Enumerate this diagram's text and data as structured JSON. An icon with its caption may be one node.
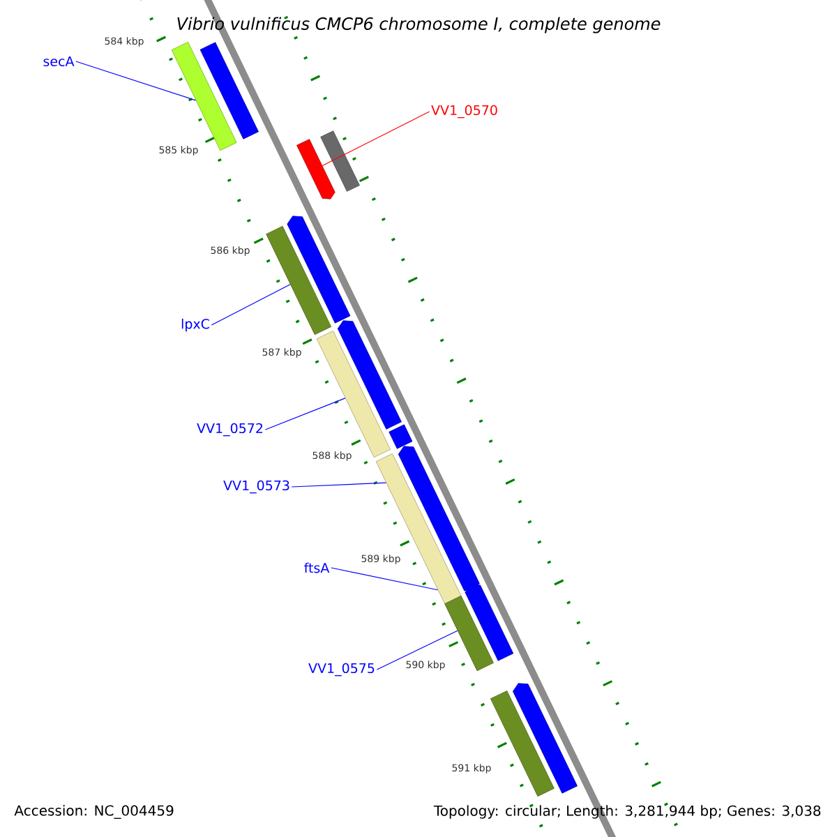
{
  "diagram": {
    "title": "Vibrio vulnificus CMCP6 chromosome I, complete genome",
    "nodes": [
      {
        "text": [
          "secA"
        ]
      },
      {
        "text": [],
        "shape": "bar"
      },
      {
        "text": [],
        "shape": "bar"
      },
      {
        "text": [
          "VV1_0570"
        ]
      },
      {
        "text": [],
        "shape": "bar"
      },
      {
        "text": [],
        "shape": "bar"
      },
      {
        "text": [
          "lpxC"
        ]
      },
      {
        "text": [],
        "shape": "bar"
      },
      {
        "text": [],
        "shape": "bar"
      },
      {
        "text": [
          "VV1_0572"
        ]
      },
      {
        "text": [],
        "shape": "bar"
      },
      {
        "text": [],
        "shape": "bar"
      },
      {
        "text": [],
        "shape": "bar"
      },
      {
        "text": [
          "VV1_0573"
        ]
      },
      {
        "text": [],
        "shape": "bar"
      },
      {
        "text": [],
        "shape": "bar"
      },
      {
        "text": [
          "ftsA"
        ]
      },
      {
        "text": [
          "VV1_0575"
        ]
      },
      {
        "text": [],
        "shape": "bar"
      },
      {
        "text": [],
        "shape": "bar"
      },
      {
        "text": [],
        "shape": "bar"
      },
      {
        "text": [],
        "shape": "bar"
      }
    ],
    "edges": [
      {
        "from": 0,
        "to": 1,
        "arrow": "none"
      },
      {
        "from": 3,
        "to": 4,
        "arrow": "none",
        "color": "#ff0000"
      },
      {
        "from": 6,
        "to": 7,
        "arrow": "none"
      },
      {
        "from": 9,
        "to": 10,
        "arrow": "none"
      },
      {
        "from": 13,
        "to": 14,
        "arrow": "none"
      },
      {
        "from": 16,
        "to": 14,
        "arrow": "none"
      },
      {
        "from": 17,
        "to": 18,
        "arrow": "none"
      }
    ],
    "labels": [
      "584 kbp",
      "585 kbp",
      "586 kbp",
      "587 kbp",
      "588 kbp",
      "589 kbp",
      "590 kbp",
      "591 kbp",
      "Accession: NC_004459",
      "Topology: circular; Length: 3,281,944 bp; Genes: 3,038"
    ]
  }
}
